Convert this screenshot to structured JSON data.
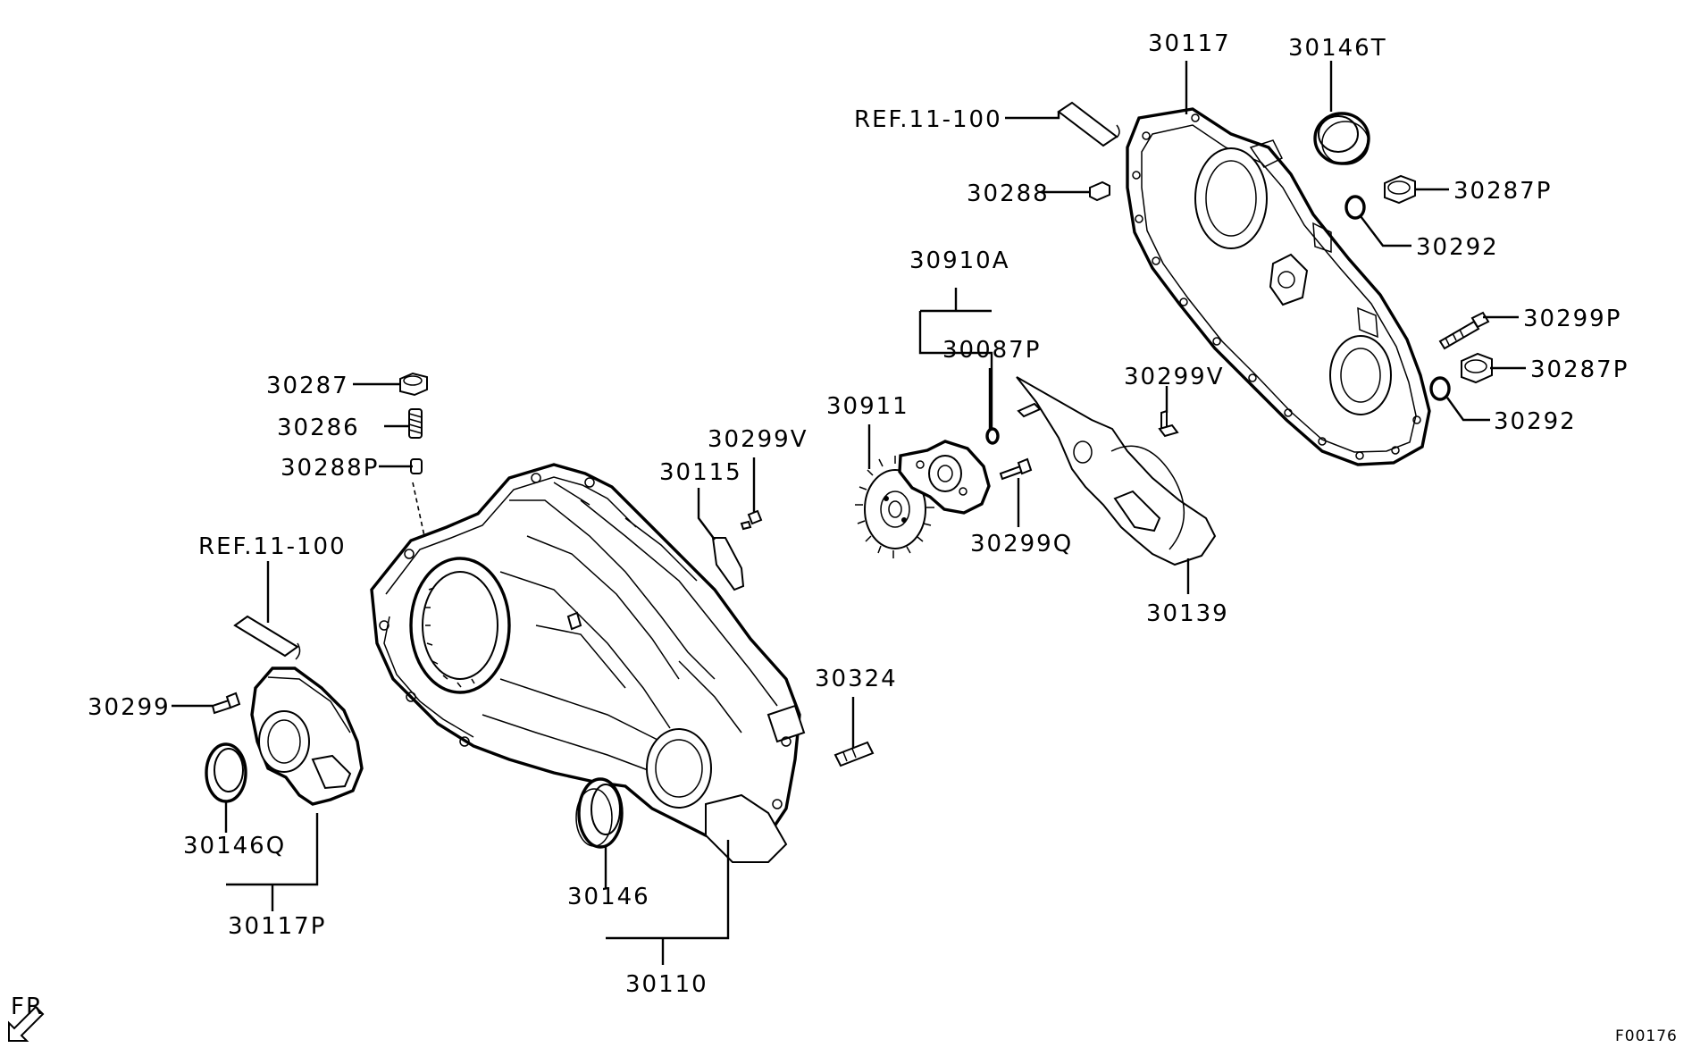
{
  "labels": {
    "p30117": "30117",
    "p30146T": "30146T",
    "ref_top": "REF.11-100",
    "p30288": "30288",
    "p30287P_top": "30287P",
    "p30292_top": "30292",
    "p30910A": "30910A",
    "p30299P": "30299P",
    "p30087P": "30087P",
    "p30287P_mid": "30287P",
    "p30299V_right": "30299V",
    "p30292_mid": "30292",
    "p30287": "30287",
    "p30286": "30286",
    "p30911": "30911",
    "p30299V_mid": "30299V",
    "p30288P": "30288P",
    "p30115": "30115",
    "p30299Q": "30299Q",
    "ref_left": "REF.11-100",
    "p30139": "30139",
    "p30324": "30324",
    "p30299": "30299",
    "p30146Q": "30146Q",
    "p30146": "30146",
    "p30117P": "30117P",
    "p30110": "30110",
    "fr": "FR",
    "figure_code": "F00176"
  }
}
